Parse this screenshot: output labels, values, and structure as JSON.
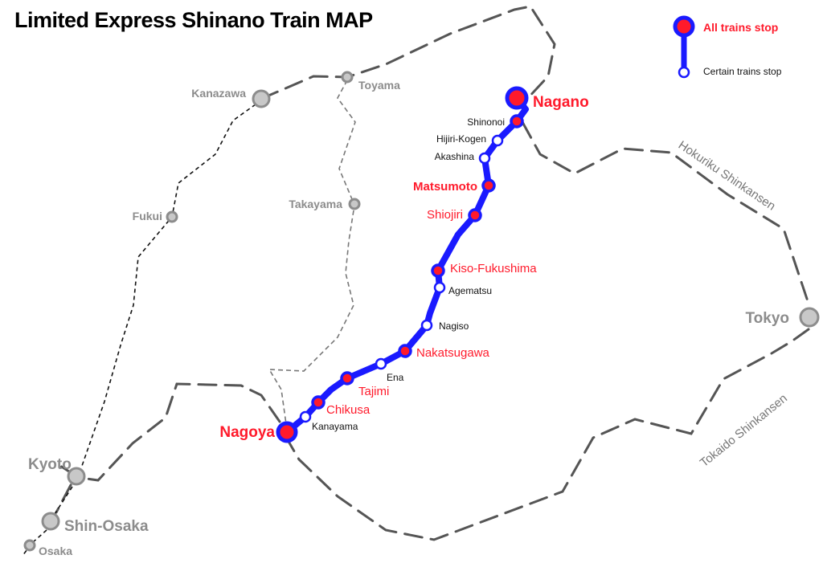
{
  "title": "Limited Express Shinano Train MAP",
  "legend": {
    "all_stop": "All trains stop",
    "certain_stop": "Certain trains stop"
  },
  "colors": {
    "line": "#1a1aff",
    "all_stop": "#ff1a2b",
    "other_lines": "#555555",
    "other_cities": "#8c8c8c"
  },
  "stations": [
    {
      "name": "Nagano",
      "type": "all"
    },
    {
      "name": "Shinonoi",
      "type": "all"
    },
    {
      "name": "Hijiri-Kogen",
      "type": "certain"
    },
    {
      "name": "Akashina",
      "type": "certain"
    },
    {
      "name": "Matsumoto",
      "type": "all"
    },
    {
      "name": "Shiojiri",
      "type": "all"
    },
    {
      "name": "Kiso-Fukushima",
      "type": "all"
    },
    {
      "name": "Agematsu",
      "type": "certain"
    },
    {
      "name": "Nagiso",
      "type": "certain"
    },
    {
      "name": "Nakatsugawa",
      "type": "all"
    },
    {
      "name": "Ena",
      "type": "certain"
    },
    {
      "name": "Tajimi",
      "type": "all"
    },
    {
      "name": "Chikusa",
      "type": "all"
    },
    {
      "name": "Kanayama",
      "type": "certain"
    },
    {
      "name": "Nagoya",
      "type": "all"
    }
  ],
  "other_cities": [
    "Kanazawa",
    "Toyama",
    "Takayama",
    "Fukui",
    "Tokyo",
    "Kyoto",
    "Shin-Osaka",
    "Osaka"
  ],
  "other_lines": [
    "Hokuriku Shinkansen",
    "Tokaido Shinkansen"
  ]
}
